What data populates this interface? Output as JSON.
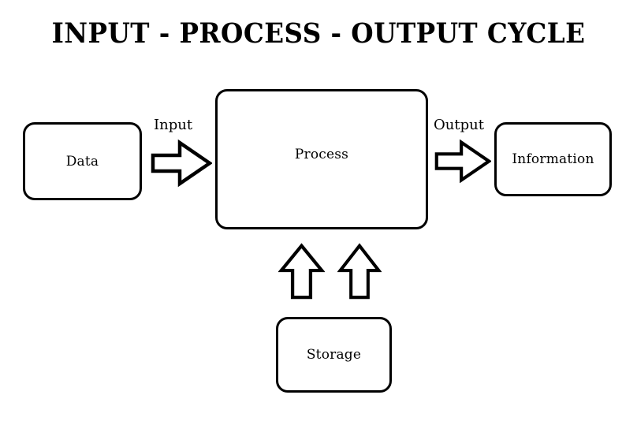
{
  "diagram": {
    "title": "INPUT - PROCESS - OUTPUT CYCLE",
    "background_color": "#ffffff",
    "stroke_color": "#000000",
    "nodes": [
      {
        "id": "data",
        "label": "Data",
        "shape": "rounded-rectangle"
      },
      {
        "id": "process",
        "label": "Process",
        "shape": "rounded-rectangle"
      },
      {
        "id": "information",
        "label": "Information",
        "shape": "rounded-rectangle"
      },
      {
        "id": "storage",
        "label": "Storage",
        "shape": "rounded-rectangle"
      }
    ],
    "edges": [
      {
        "id": "input",
        "label": "Input",
        "from": "data",
        "to": "process",
        "direction": "right"
      },
      {
        "id": "output",
        "label": "Output",
        "from": "process",
        "to": "information",
        "direction": "right"
      },
      {
        "id": "storage-left",
        "label": "",
        "from": "storage",
        "to": "process",
        "direction": "up"
      },
      {
        "id": "storage-right",
        "label": "",
        "from": "storage",
        "to": "process",
        "direction": "up"
      }
    ]
  }
}
